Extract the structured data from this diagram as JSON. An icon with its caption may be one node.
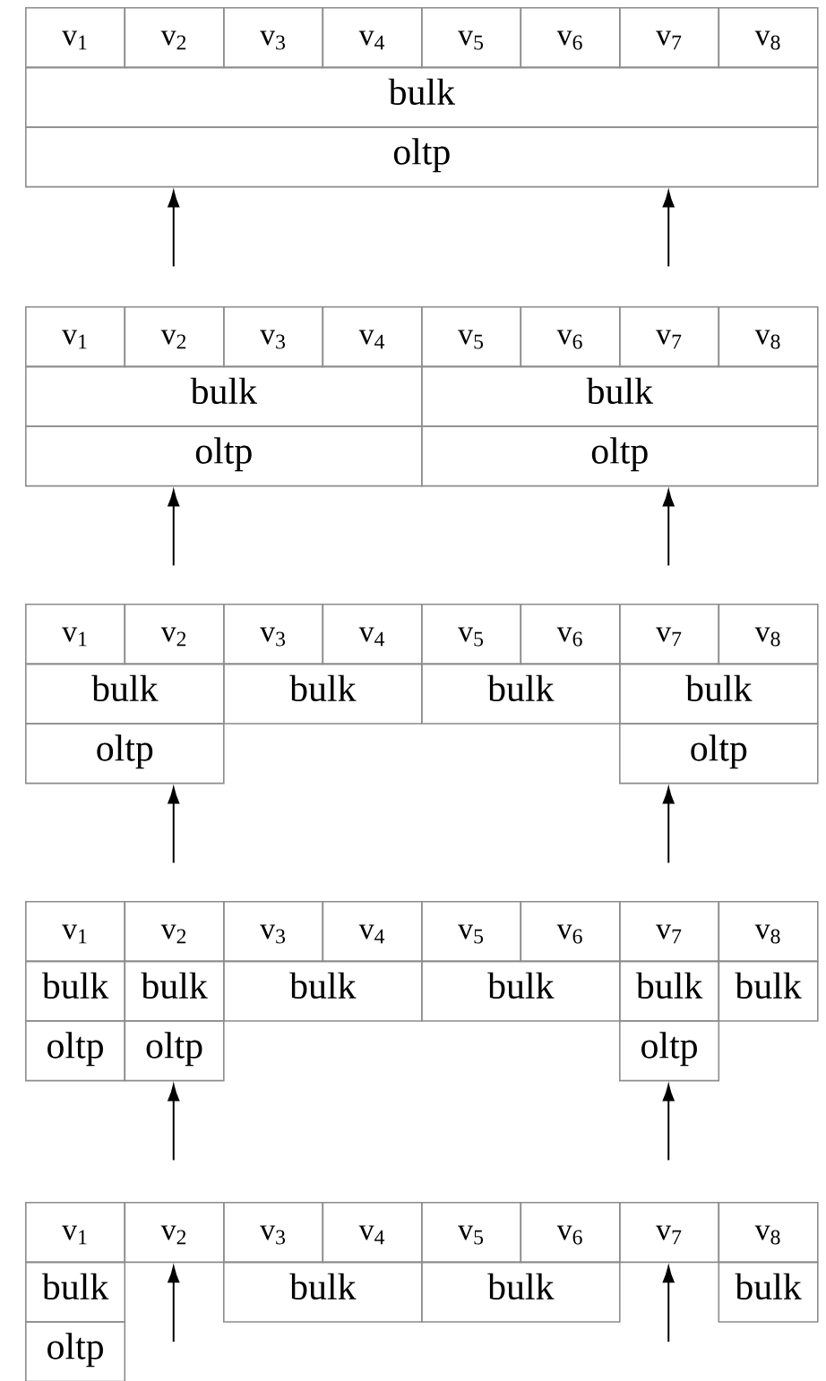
{
  "diagram": {
    "nodes": [
      {
        "text": [
          "v$_{1}$"
        ]
      },
      {
        "text": [
          "v$_{2}$"
        ]
      },
      {
        "text": [
          "v$_{3}$"
        ]
      },
      {
        "text": [
          "v$_{4}$"
        ]
      },
      {
        "text": [
          "v$_{5}$"
        ]
      },
      {
        "text": [
          "v$_{6}$"
        ]
      },
      {
        "text": [
          "v$_{7}$"
        ]
      },
      {
        "text": [
          "v$_{8}$"
        ]
      },
      {
        "text": [
          "bulk"
        ]
      },
      {
        "text": [
          "oltp"
        ]
      },
      {
        "text": [
          "v$_{1}$"
        ]
      },
      {
        "text": [
          "v$_{2}$"
        ]
      },
      {
        "text": [
          "v$_{3}$"
        ]
      },
      {
        "text": [
          "v$_{4}$"
        ]
      },
      {
        "text": [
          "v$_{5}$"
        ]
      },
      {
        "text": [
          "v$_{6}$"
        ]
      },
      {
        "text": [
          "v$_{7}$"
        ]
      },
      {
        "text": [
          "v$_{8}$"
        ]
      },
      {
        "text": [
          "bulk"
        ]
      },
      {
        "text": [
          "bulk"
        ]
      },
      {
        "text": [
          "oltp"
        ]
      },
      {
        "text": [
          "oltp"
        ]
      },
      {
        "text": [
          "v$_{1}$"
        ]
      },
      {
        "text": [
          "v$_{2}$"
        ]
      },
      {
        "text": [
          "v$_{3}$"
        ]
      },
      {
        "text": [
          "v$_{4}$"
        ]
      },
      {
        "text": [
          "v$_{5}$"
        ]
      },
      {
        "text": [
          "v$_{6}$"
        ]
      },
      {
        "text": [
          "v$_{7}$"
        ]
      },
      {
        "text": [
          "v$_{8}$"
        ]
      },
      {
        "text": [
          "bulk"
        ]
      },
      {
        "text": [
          "bulk"
        ]
      },
      {
        "text": [
          "bulk"
        ]
      },
      {
        "text": [
          "bulk"
        ]
      },
      {
        "text": [
          "oltp"
        ]
      },
      {
        "text": [
          "oltp"
        ]
      },
      {
        "text": [
          "v$_{1}$"
        ]
      },
      {
        "text": [
          "v$_{2}$"
        ]
      },
      {
        "text": [
          "v$_{3}$"
        ]
      },
      {
        "text": [
          "v$_{4}$"
        ]
      },
      {
        "text": [
          "v$_{5}$"
        ]
      },
      {
        "text": [
          "v$_{6}$"
        ]
      },
      {
        "text": [
          "v$_{7}$"
        ]
      },
      {
        "text": [
          "v$_{8}$"
        ]
      },
      {
        "text": [
          "bulk"
        ]
      },
      {
        "text": [
          "bulk"
        ]
      },
      {
        "text": [
          "bulk"
        ]
      },
      {
        "text": [
          "bulk"
        ]
      },
      {
        "text": [
          "bulk"
        ]
      },
      {
        "text": [
          "bulk"
        ]
      },
      {
        "text": [
          "oltp"
        ]
      },
      {
        "text": [
          "oltp"
        ]
      },
      {
        "text": [
          "oltp"
        ]
      },
      {
        "text": [
          "v$_{1}$"
        ]
      },
      {
        "text": [
          "v$_{2}$"
        ]
      },
      {
        "text": [
          "v$_{3}$"
        ]
      },
      {
        "text": [
          "v$_{4}$"
        ]
      },
      {
        "text": [
          "v$_{5}$"
        ]
      },
      {
        "text": [
          "v$_{6}$"
        ]
      },
      {
        "text": [
          "v$_{7}$"
        ]
      },
      {
        "text": [
          "v$_{8}$"
        ]
      },
      {
        "text": [
          "bulk"
        ]
      },
      {
        "text": [
          "bulk"
        ]
      },
      {
        "text": [
          "bulk"
        ]
      },
      {
        "text": [
          "bulk"
        ]
      },
      {
        "text": [
          "oltp"
        ]
      }
    ],
    "edges": [
      {
        "from": null,
        "to": 9,
        "arrow": "to"
      },
      {
        "from": null,
        "to": 9,
        "arrow": "to"
      },
      {
        "from": null,
        "to": 20,
        "arrow": "to"
      },
      {
        "from": null,
        "to": 21,
        "arrow": "to"
      },
      {
        "from": null,
        "to": 34,
        "arrow": "to"
      },
      {
        "from": null,
        "to": 35,
        "arrow": "to"
      },
      {
        "from": null,
        "to": 51,
        "arrow": "to"
      },
      {
        "from": null,
        "to": 52,
        "arrow": "to"
      },
      {
        "from": null,
        "to": 54,
        "arrow": "to"
      },
      {
        "from": null,
        "to": 59,
        "arrow": "to"
      }
    ]
  }
}
